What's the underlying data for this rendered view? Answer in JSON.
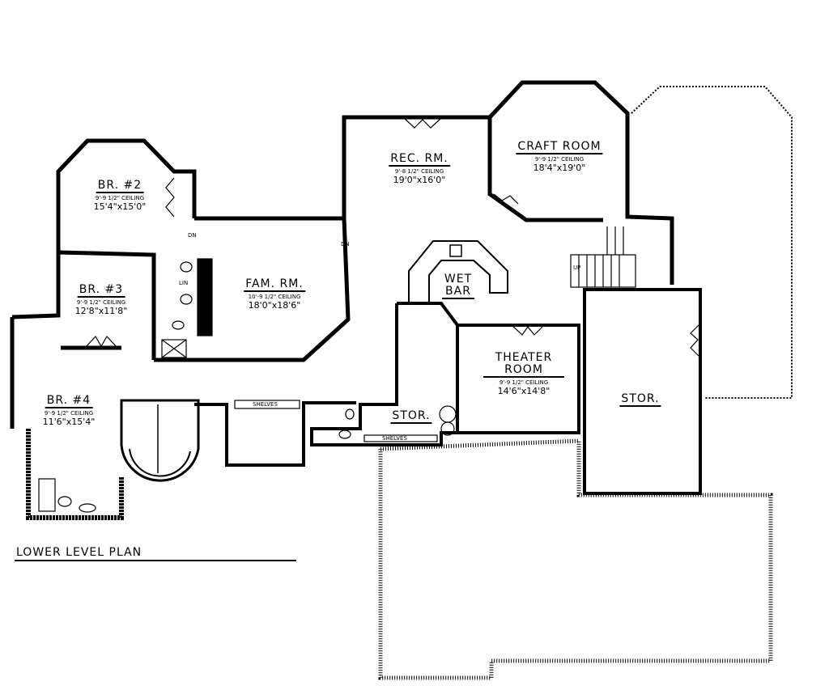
{
  "plan_title": "LOWER LEVEL PLAN",
  "rooms": [
    {
      "name": "BR. #2",
      "ceiling": "9'-9 1/2\" CEILING",
      "size": "15'4\"x15'0\""
    },
    {
      "name": "BR. #3",
      "ceiling": "9'-9 1/2\" CEILING",
      "size": "12'8\"x11'8\""
    },
    {
      "name": "BR. #4",
      "ceiling": "9'-9 1/2\" CEILING",
      "size": "11'6\"x15'4\""
    },
    {
      "name": "FAM. RM.",
      "ceiling": "10'-9 1/2\" CEILING",
      "size": "18'0\"x18'6\""
    },
    {
      "name": "REC. RM.",
      "ceiling": "9'-8 1/2\" CEILING",
      "size": "19'0\"x16'0\""
    },
    {
      "name": "CRAFT ROOM",
      "ceiling": "9'-9 1/2\" CEILING",
      "size": "18'4\"x19'0\""
    },
    {
      "name": "WET BAR",
      "ceiling": "",
      "size": ""
    },
    {
      "name": "THEATER ROOM",
      "ceiling": "9'-9 1/2\" CEILING",
      "size": "14'6\"x14'8\""
    },
    {
      "name": "STOR.",
      "ceiling": "",
      "size": ""
    },
    {
      "name": "STOR.",
      "ceiling": "",
      "size": ""
    }
  ],
  "annotations": {
    "shelves_1": "SHELVES",
    "shelves_2": "SHELVES",
    "dn_1": "DN",
    "dn_2": "DN",
    "lin": "LIN",
    "up": "UP"
  }
}
